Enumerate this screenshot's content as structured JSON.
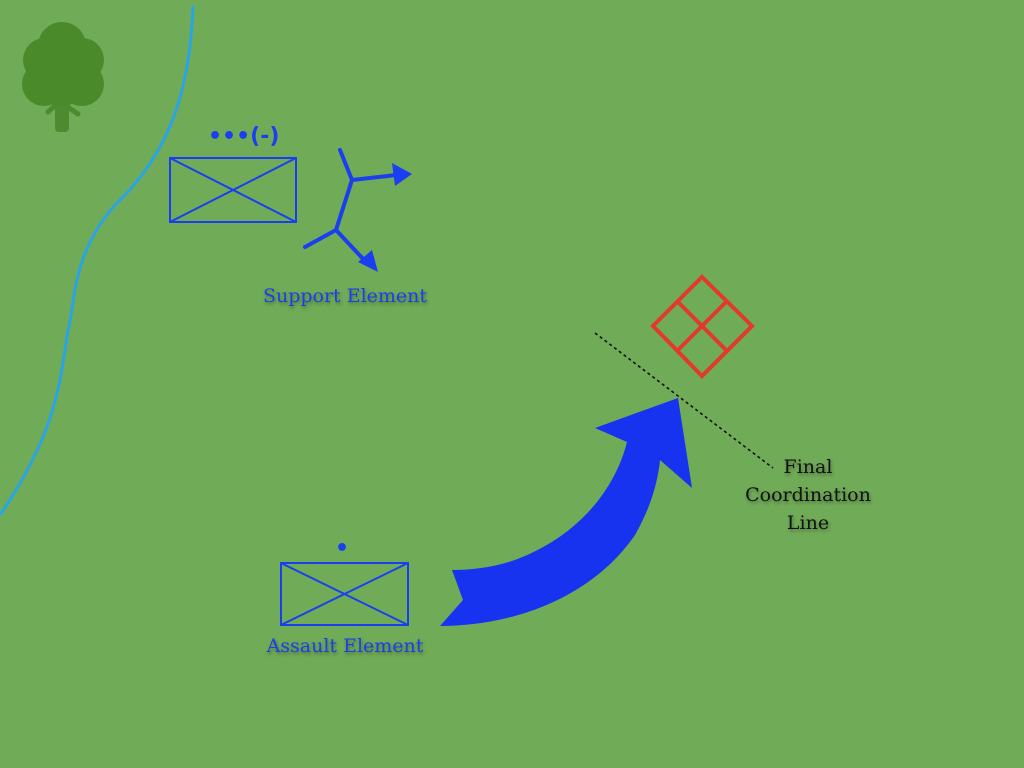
{
  "colors": {
    "background": "#70ab57",
    "friendly": "#1a3ff0",
    "enemy": "#e2392a",
    "stream": "#29a4e6",
    "tree_crown": "#4a8a2a",
    "tree_trunk": "#4e8a2e",
    "text_dark": "#111111"
  },
  "units": {
    "support": {
      "echelon": "•••(-)",
      "label": "Support Element"
    },
    "assault": {
      "echelon": "•",
      "label": "Assault Element"
    }
  },
  "control_measures": {
    "fcl": {
      "label_lines": [
        "Final",
        "Coordination",
        "Line"
      ]
    }
  },
  "icons": {
    "tree": "tree-icon",
    "objective": "enemy-obstacle-diamond-icon",
    "support_by_fire": "support-by-fire-arrows-icon",
    "attack_arrow": "main-attack-arrow-icon"
  }
}
